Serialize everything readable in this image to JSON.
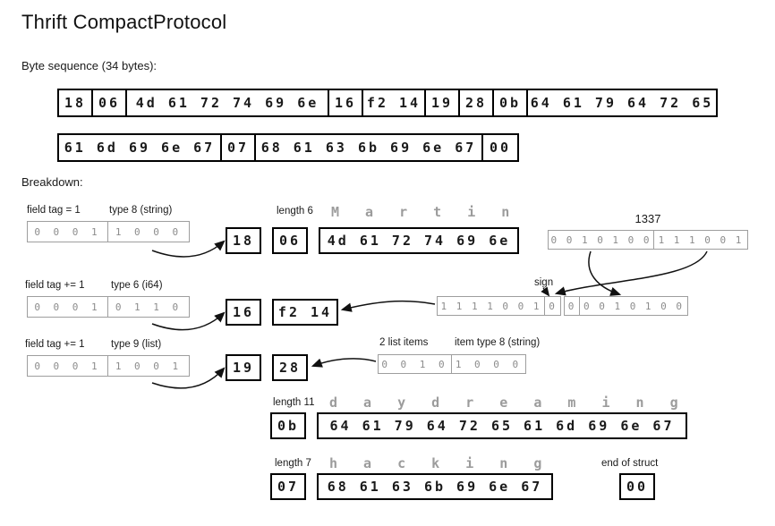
{
  "title": "Thrift CompactProtocol",
  "byte_sequence": {
    "label": "Byte sequence (34 bytes):",
    "row1": [
      "18",
      "06",
      "4d 61 72 74 69 6e",
      "16",
      "f2 14",
      "19",
      "28",
      "0b",
      "64 61 79 64 72 65"
    ],
    "row2": [
      "61 6d 69 6e 67",
      "07",
      "68 61 63 6b 69 6e 67",
      "00"
    ]
  },
  "breakdown_label": "Breakdown:",
  "field1": {
    "tag_label": "field tag = 1",
    "type_label": "type 8 (string)",
    "bits": [
      "0 0 0 1",
      "1 0 0 0"
    ],
    "byte": "18",
    "length_label": "length 6",
    "length_byte": "06",
    "ascii": "M a r t i n",
    "bytes": "4d 61 72 74 69 6e"
  },
  "value_1337": {
    "label": "1337",
    "bits": [
      "0 0 1 0 1 0 0",
      "1 1 1 0 0 1"
    ],
    "sign_label": "sign",
    "byte1_bits": [
      "1 1 1 1 0 0 1",
      "0"
    ],
    "byte2_bits": [
      "0",
      "0 0 1 0 1 0 0"
    ]
  },
  "field2": {
    "tag_label": "field tag += 1",
    "type_label": "type 6 (i64)",
    "bits": [
      "0 0 0 1",
      "0 1 1 0"
    ],
    "byte": "16",
    "value_bytes": "f2 14"
  },
  "field3": {
    "tag_label": "field tag += 1",
    "type_label": "type 9 (list)",
    "bits": [
      "0 0 0 1",
      "1 0 0 1"
    ],
    "byte": "19",
    "header_byte": "28",
    "items_label": "2 list items",
    "item_type_label": "item type 8 (string)",
    "header_bits": [
      "0 0 1 0",
      "1 0 0 0"
    ]
  },
  "list_item1": {
    "length_label": "length 11",
    "length_byte": "0b",
    "ascii": "d a y d r e a m i n g",
    "bytes": "64 61 79 64 72 65 61 6d 69 6e 67"
  },
  "list_item2": {
    "length_label": "length 7",
    "length_byte": "07",
    "ascii": "h a c k i n g",
    "bytes": "68 61 63 6b 69 6e 67"
  },
  "end_of_struct": {
    "label": "end of struct",
    "byte": "00"
  }
}
